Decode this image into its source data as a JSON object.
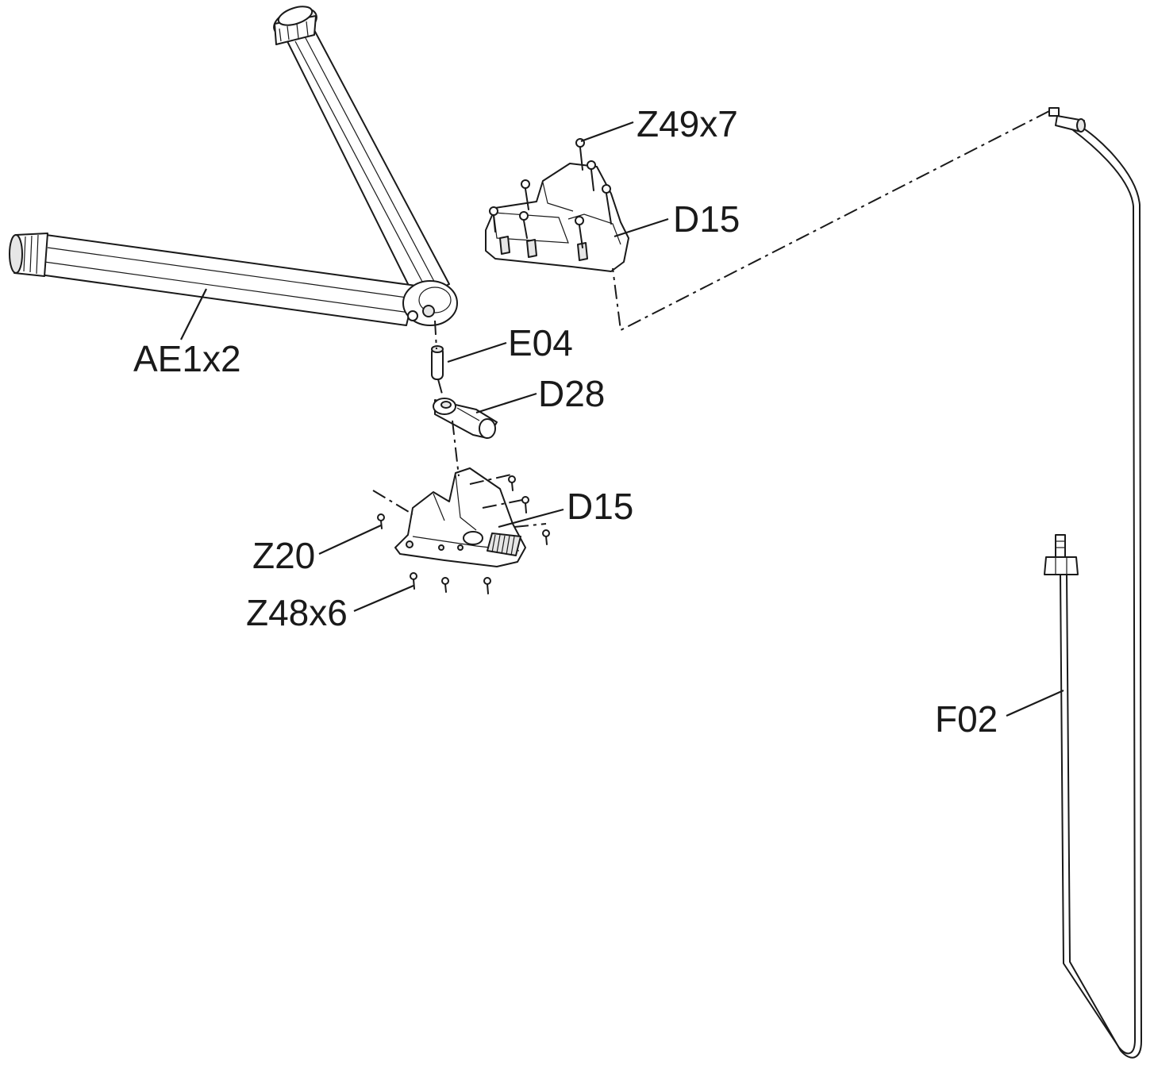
{
  "labels": {
    "ae1": "AE1x2",
    "e04": "E04",
    "d28": "D28",
    "d15_top": "D15",
    "z49": "Z49x7",
    "d15_bottom": "D15",
    "z20": "Z20",
    "z48": "Z48x6",
    "f02": "F02"
  }
}
